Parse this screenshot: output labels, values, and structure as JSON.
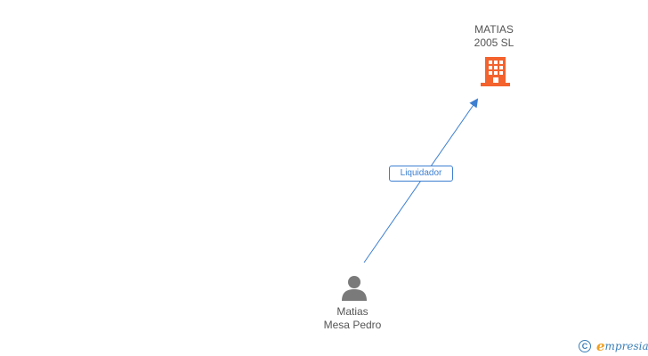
{
  "nodes": {
    "company": {
      "name_line1": "MATIAS",
      "name_line2": "2005 SL",
      "icon": "building-icon",
      "color": "#f4622d"
    },
    "person": {
      "name_line1": "Matias",
      "name_line2": "Mesa Pedro",
      "icon": "person-icon",
      "color": "#7a7a7a"
    }
  },
  "edges": [
    {
      "from": "person",
      "to": "company",
      "label": "Liquidador",
      "color": "#3d7fd0"
    }
  ],
  "watermark": {
    "copyright_symbol": "C",
    "brand_initial": "e",
    "brand_rest": "mpresia"
  }
}
